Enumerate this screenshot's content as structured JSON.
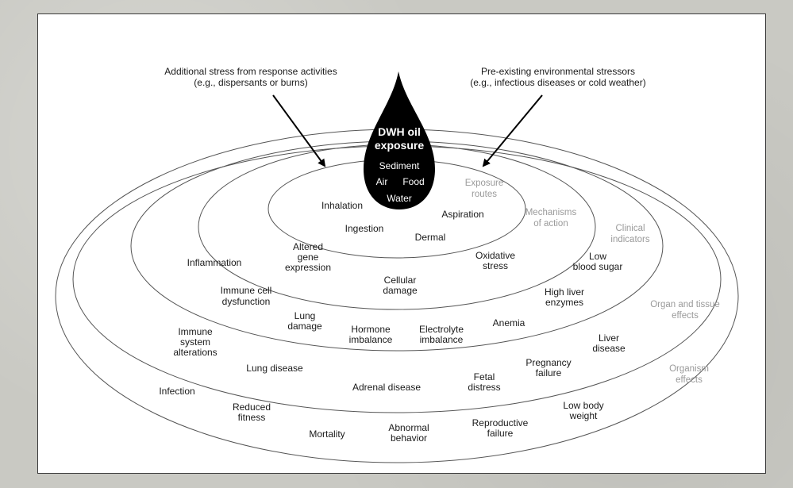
{
  "colors": {
    "ring": "#555555",
    "drop": "#000000",
    "grey_label": "#9a9a9a",
    "text": "#1a1a1a"
  },
  "annotations": {
    "left": {
      "line1": "Additional stress from response activities",
      "line2": "(e.g., dispersants or burns)"
    },
    "right": {
      "line1": "Pre-existing environmental stressors",
      "line2": "(e.g., infectious diseases or cold weather)"
    }
  },
  "drop": {
    "title_line1": "DWH oil",
    "title_line2": "exposure",
    "sediment": "Sediment",
    "air": "Air",
    "food": "Food",
    "water": "Water"
  },
  "rings": {
    "exposure_routes": {
      "line1": "Exposure",
      "line2": "routes"
    },
    "mechanisms": {
      "line1": "Mechanisms",
      "line2": "of action"
    },
    "clinical": {
      "line1": "Clinical",
      "line2": "indicators"
    },
    "organ": {
      "line1": "Organ and tissue",
      "line2": "effects"
    },
    "organism": {
      "line1": "Organism",
      "line2": "effects"
    }
  },
  "items": {
    "inhalation": "Inhalation",
    "ingestion": "Ingestion",
    "aspiration": "Aspiration",
    "dermal": "Dermal",
    "altered_gene": [
      "Altered",
      "gene",
      "expression"
    ],
    "oxidative_stress": [
      "Oxidative",
      "stress"
    ],
    "cellular_damage": [
      "Cellular",
      "damage"
    ],
    "inflammation": "Inflammation",
    "immune_cell": [
      "Immune cell",
      "dysfunction"
    ],
    "low_blood_sugar": [
      "Low",
      "blood sugar"
    ],
    "high_liver": [
      "High liver",
      "enzymes"
    ],
    "lung_damage": [
      "Lung",
      "damage"
    ],
    "hormone": [
      "Hormone",
      "imbalance"
    ],
    "electrolyte": [
      "Electrolyte",
      "imbalance"
    ],
    "anemia": "Anemia",
    "immune_system": [
      "Immune",
      "system",
      "alterations"
    ],
    "liver_disease": [
      "Liver",
      "disease"
    ],
    "lung_disease": "Lung disease",
    "pregnancy": [
      "Pregnancy",
      "failure"
    ],
    "fetal": [
      "Fetal",
      "distress"
    ],
    "adrenal": "Adrenal disease",
    "infection": "Infection",
    "reduced_fitness": [
      "Reduced",
      "fitness"
    ],
    "low_body_weight": [
      "Low body",
      "weight"
    ],
    "mortality": "Mortality",
    "abnormal": [
      "Abnormal",
      "behavior"
    ],
    "reproductive": [
      "Reproductive",
      "failure"
    ]
  }
}
